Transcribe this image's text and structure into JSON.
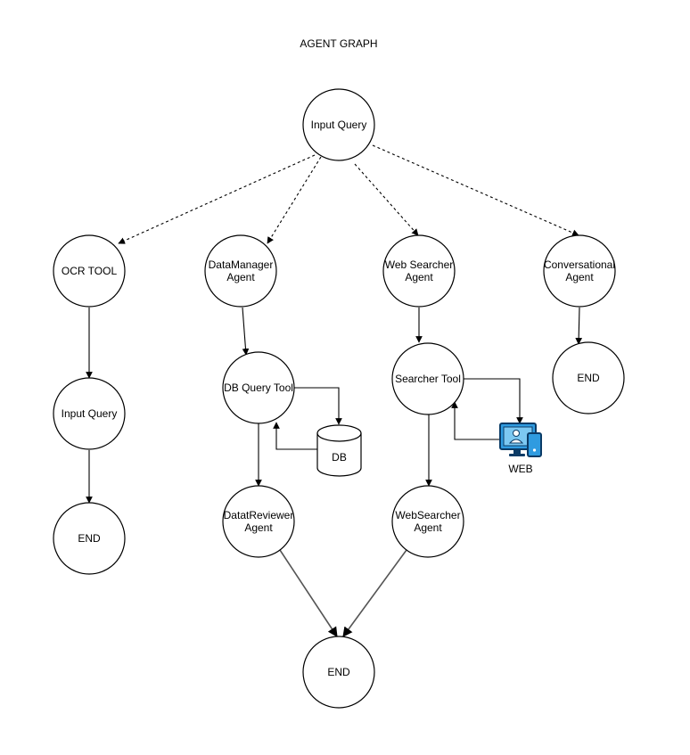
{
  "title": "AGENT GRAPH",
  "nodes": {
    "input_query_root": [
      "Input Query"
    ],
    "ocr_tool": [
      "OCR TOOL"
    ],
    "datamanager_agent": [
      "DataManager",
      "Agent"
    ],
    "web_searcher_agent": [
      "Web Searcher",
      "Agent"
    ],
    "conversational_agent": [
      "Conversational",
      "Agent"
    ],
    "input_query_ocr": [
      "Input Query"
    ],
    "db_query_tool": [
      "DB Query Tool"
    ],
    "searcher_tool": [
      "Searcher Tool"
    ],
    "end_conversational": [
      "END"
    ],
    "end_ocr": [
      "END"
    ],
    "datareviewer_agent": [
      "DatatReviewer",
      "Agent"
    ],
    "websearcher_agent_2": [
      "WebSearcher",
      "Agent"
    ],
    "end_final": [
      "END"
    ]
  },
  "db_label": "DB",
  "web_label": "WEB",
  "edges": [
    {
      "from": "input_query_root",
      "to": "ocr_tool",
      "style": "dashed"
    },
    {
      "from": "input_query_root",
      "to": "datamanager_agent",
      "style": "dashed"
    },
    {
      "from": "input_query_root",
      "to": "web_searcher_agent",
      "style": "dashed"
    },
    {
      "from": "input_query_root",
      "to": "conversational_agent",
      "style": "dashed"
    },
    {
      "from": "ocr_tool",
      "to": "input_query_ocr",
      "style": "solid"
    },
    {
      "from": "input_query_ocr",
      "to": "end_ocr",
      "style": "solid"
    },
    {
      "from": "datamanager_agent",
      "to": "db_query_tool",
      "style": "solid"
    },
    {
      "from": "db_query_tool",
      "to": "db",
      "style": "solid"
    },
    {
      "from": "db",
      "to": "db_query_tool",
      "style": "solid"
    },
    {
      "from": "db_query_tool",
      "to": "datareviewer_agent",
      "style": "solid"
    },
    {
      "from": "web_searcher_agent",
      "to": "searcher_tool",
      "style": "solid"
    },
    {
      "from": "searcher_tool",
      "to": "web",
      "style": "solid"
    },
    {
      "from": "web",
      "to": "searcher_tool",
      "style": "solid"
    },
    {
      "from": "searcher_tool",
      "to": "websearcher_agent_2",
      "style": "solid"
    },
    {
      "from": "conversational_agent",
      "to": "end_conversational",
      "style": "solid"
    },
    {
      "from": "datareviewer_agent",
      "to": "end_final",
      "style": "solid"
    },
    {
      "from": "websearcher_agent_2",
      "to": "end_final",
      "style": "solid"
    }
  ],
  "colors": {
    "web_icon_fill": "#2f9be0",
    "web_icon_stroke": "#0b3b66",
    "line": "#000000",
    "end_edge": "#555555"
  },
  "icons": {
    "db": "database-cylinder-icon",
    "web": "monitor-phone-web-icon"
  }
}
